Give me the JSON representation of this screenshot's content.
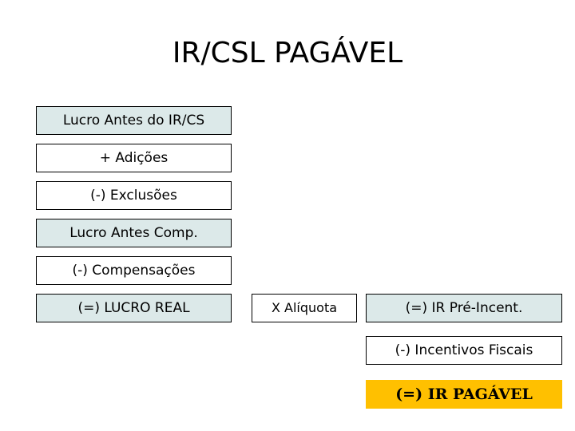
{
  "slide": {
    "title": "IR/CSL PAGÁVEL",
    "background_color": "#ffffff",
    "tint_color": "#dce9e9",
    "highlight_color": "#ffc000",
    "border_color": "#000000",
    "text_color": "#000000"
  },
  "flow": {
    "left_column": [
      {
        "label": "Lucro Antes do IR/CS",
        "fill": "tinted"
      },
      {
        "label": "+ Adições",
        "fill": "white"
      },
      {
        "label": "(-) Exclusões",
        "fill": "white"
      },
      {
        "label": "Lucro Antes Comp.",
        "fill": "tinted"
      },
      {
        "label": "(-) Compensações",
        "fill": "white"
      },
      {
        "label": "(=) LUCRO REAL",
        "fill": "tinted"
      }
    ],
    "middle_column": [
      {
        "label": "X Alíquota",
        "fill": "white"
      }
    ],
    "right_column": [
      {
        "label": "(=) IR Pré-Incent.",
        "fill": "tinted"
      },
      {
        "label": "(-) Incentivos Fiscais",
        "fill": "white"
      },
      {
        "label": "(=) IR PAGÁVEL",
        "fill": "highlight"
      }
    ]
  }
}
